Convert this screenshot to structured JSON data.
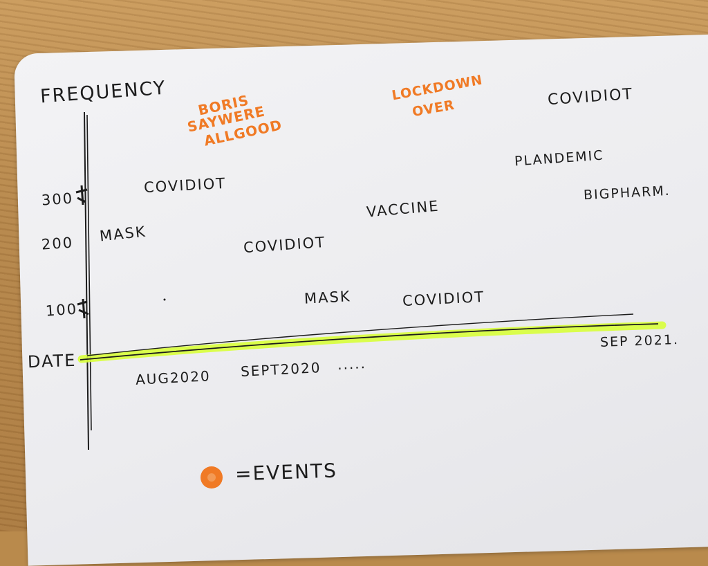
{
  "axes": {
    "y_title": "FREQUENCY",
    "x_title": "DATE",
    "y_ticks": [
      "300",
      "200",
      "100"
    ],
    "x_ticks": [
      "AUG2020",
      "SEPT2020",
      ".....",
      "SEP 2021."
    ]
  },
  "terms": [
    {
      "id": "covidiot-1",
      "text": "COVIDIOT"
    },
    {
      "id": "mask-1",
      "text": "MASK"
    },
    {
      "id": "covidiot-2",
      "text": "COVIDIOT"
    },
    {
      "id": "vaccine",
      "text": "VACCINE"
    },
    {
      "id": "mask-2",
      "text": "MASK"
    },
    {
      "id": "covidiot-3",
      "text": "COVIDIOT"
    },
    {
      "id": "covidiot-4",
      "text": "COVIDIOT"
    },
    {
      "id": "plandemic",
      "text": "PLANDEMIC"
    },
    {
      "id": "bigpharm",
      "text": "BIGPHARM."
    }
  ],
  "events": {
    "boris": [
      "BORIS",
      "SAYWERE",
      "ALLGOOD"
    ],
    "lockdown": [
      "LOCKDOWN",
      "OVER"
    ]
  },
  "legend": {
    "label": "=EVENTS",
    "marker_color": "#f07a25"
  },
  "colors": {
    "ink": "#1c1c1c",
    "event_orange": "#f07a25",
    "highlighter": "#d8ff3a"
  }
}
